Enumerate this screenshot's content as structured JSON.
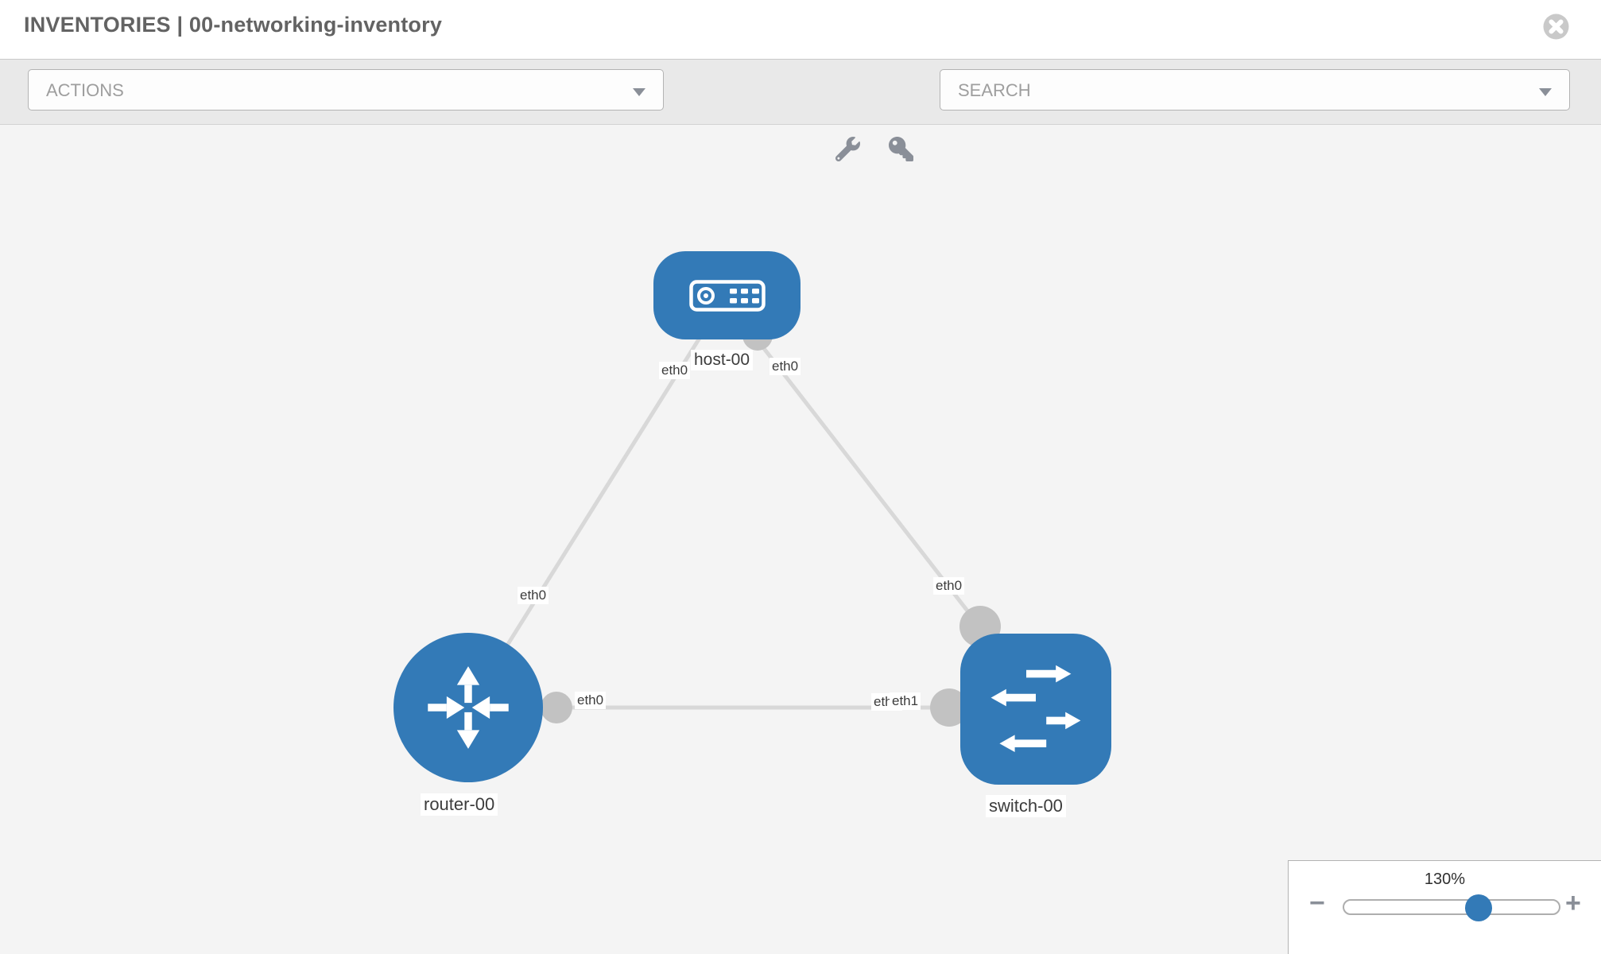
{
  "header": {
    "title": "INVENTORIES | 00-networking-inventory"
  },
  "toolbar": {
    "actions_placeholder": "ACTIONS",
    "search_placeholder": "SEARCH",
    "icons": [
      "wrench-icon",
      "key-icon"
    ]
  },
  "topology": {
    "nodes": [
      {
        "id": "host-00",
        "label": "host-00",
        "type": "host",
        "shape": "rounded-rect"
      },
      {
        "id": "router-00",
        "label": "router-00",
        "type": "router",
        "shape": "circle"
      },
      {
        "id": "switch-00",
        "label": "switch-00",
        "type": "switch",
        "shape": "rounded-square"
      }
    ],
    "links": [
      {
        "from": "host-00",
        "to": "router-00",
        "from_interface": "eth0",
        "to_interface": "eth0"
      },
      {
        "from": "host-00",
        "to": "switch-00",
        "from_interface": "eth0",
        "to_interface": "eth0"
      },
      {
        "from": "router-00",
        "to": "switch-00",
        "from_interface": "eth0",
        "to_interface": "eth1"
      }
    ],
    "interface_labels": {
      "host_to_router_host_side": "eth0",
      "host_to_router_router_side": "eth0",
      "host_to_switch_host_side": "eth0",
      "host_to_switch_switch_side": "eth0",
      "router_to_switch_router_side": "eth0",
      "router_to_switch_switch_side_under": "eth0",
      "router_to_switch_switch_side_over": "eth1"
    }
  },
  "zoom_control": {
    "level": "130%",
    "minus_label": "−",
    "plus_label": "+"
  },
  "colors": {
    "node_fill": "#337ab7",
    "link": "#d8d8d8",
    "endpoint": "#c2c2c2",
    "slider_thumb": "#337ab7",
    "toolbar_bg": "#e9e9e9",
    "canvas_bg": "#f4f4f4"
  }
}
